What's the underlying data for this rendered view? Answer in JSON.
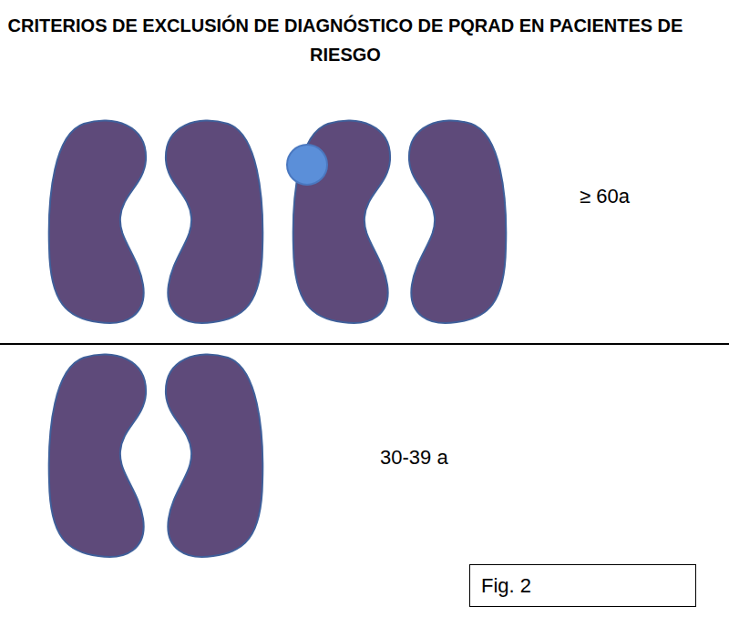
{
  "diagram": {
    "title": "CRITERIOS DE EXCLUSIÓN DE DIAGNÓSTICO DE PQRAD EN PACIENTES DE RIESGO",
    "nodes": [
      {
        "text": [
          "Fig. 2"
        ]
      }
    ],
    "labels": [
      "≥ 60a",
      "30-39 a"
    ]
  }
}
